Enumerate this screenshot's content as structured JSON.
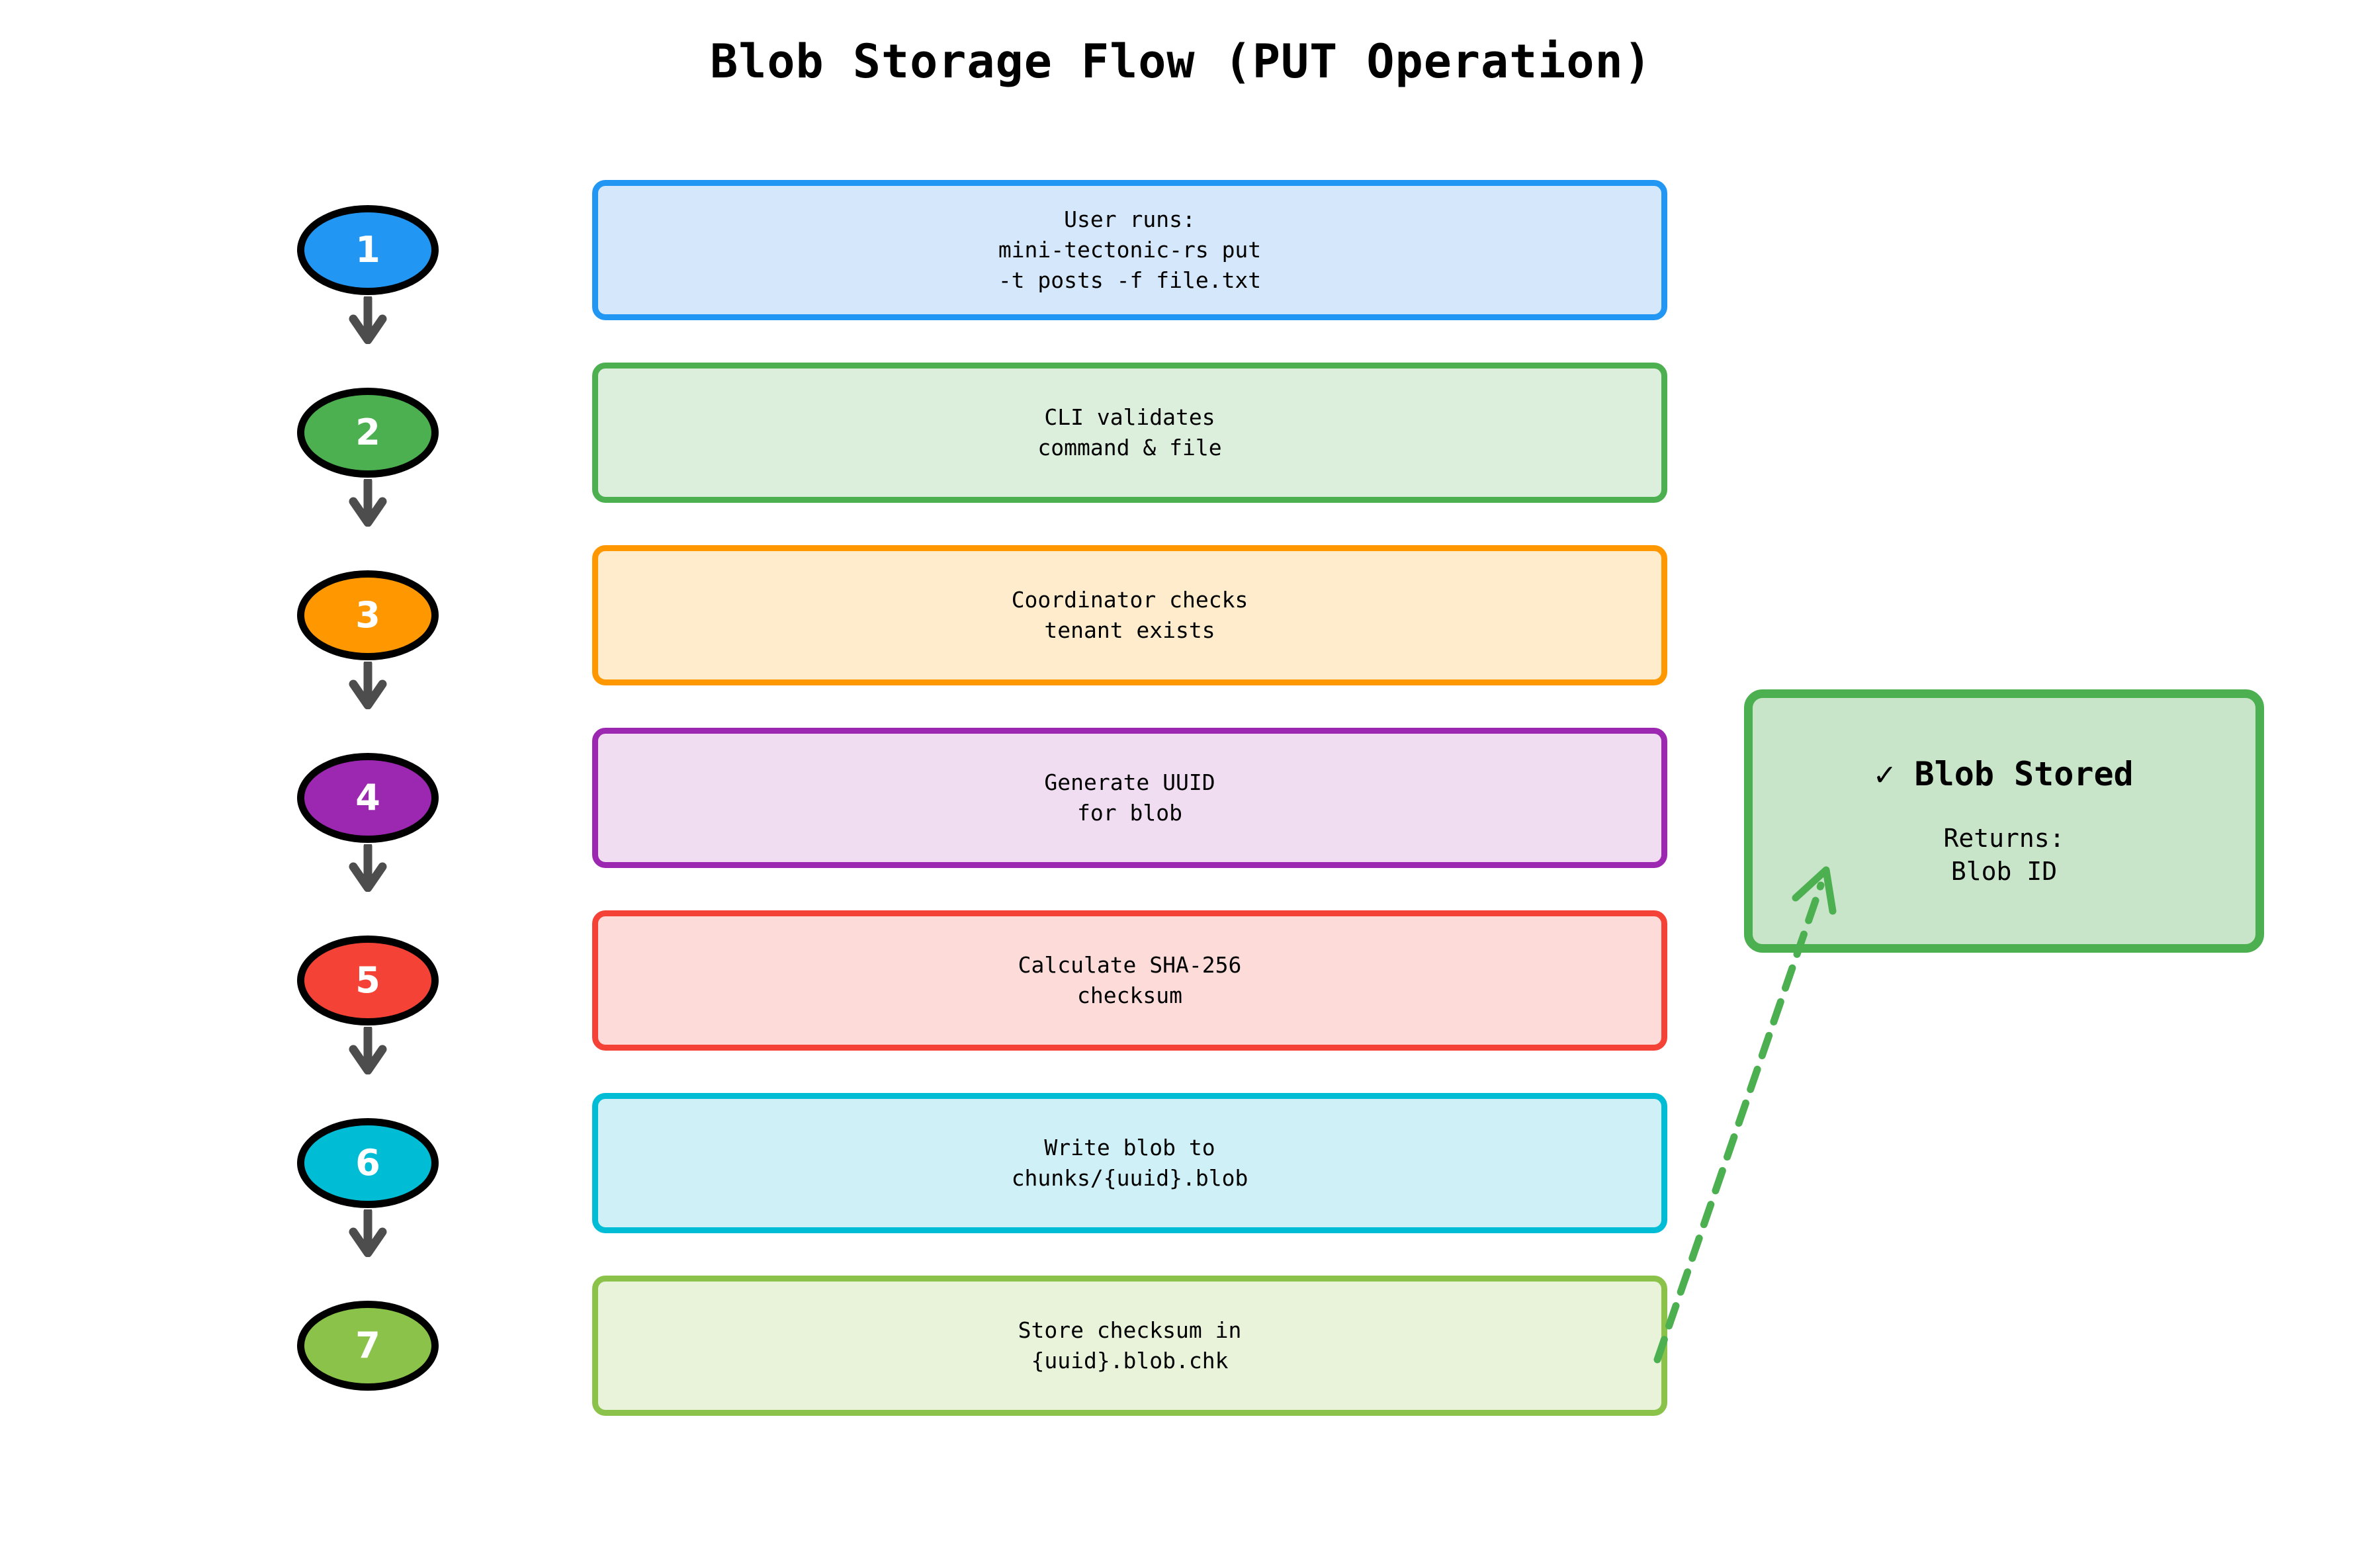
{
  "title": "Blob Storage Flow (PUT Operation)",
  "steps": [
    {
      "num": "1",
      "text": "User runs:\nmini-tectonic-rs put\n-t posts -f file.txt",
      "accent": "#2196F3",
      "fill": "#D5E8FB"
    },
    {
      "num": "2",
      "text": "CLI validates\ncommand & file",
      "accent": "#4CAF50",
      "fill": "#DCEEDC"
    },
    {
      "num": "3",
      "text": "Coordinator checks\ntenant exists",
      "accent": "#FF9800",
      "fill": "#FFECCC"
    },
    {
      "num": "4",
      "text": "Generate UUID\nfor blob",
      "accent": "#9C27B0",
      "fill": "#F0DDF2"
    },
    {
      "num": "5",
      "text": "Calculate SHA-256\nchecksum",
      "accent": "#F44336",
      "fill": "#FCDBD8"
    },
    {
      "num": "6",
      "text": "Write blob to\nchunks/{uuid}.blob",
      "accent": "#00BCD4",
      "fill": "#CFF0F6"
    },
    {
      "num": "7",
      "text": "Store checksum in\n{uuid}.blob.chk",
      "accent": "#8BC34A",
      "fill": "#E8F3DA"
    }
  ],
  "result": {
    "heading": "✓ Blob Stored",
    "detail": "Returns:\nBlob ID",
    "accent": "#4CAF50",
    "fill": "#C8E5C9"
  },
  "colors": {
    "background": "#FFFFFF",
    "connector_arrow": "#4D4D4D",
    "dashed_arrow": "#4CAF50",
    "ellipse_outline": "#000000",
    "step_number_text": "#FFFFFF",
    "title_text": "#000000"
  }
}
